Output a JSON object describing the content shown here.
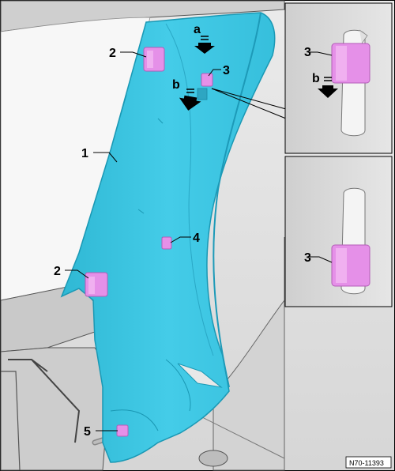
{
  "diagram": {
    "figure_id": "N70-11393",
    "main_view": {
      "callouts": [
        {
          "id": "c1",
          "label": "1",
          "part": "pillar-trim-panel"
        },
        {
          "id": "c2a",
          "label": "2",
          "part": "upper-clip"
        },
        {
          "id": "c2b",
          "label": "2",
          "part": "lower-clip"
        },
        {
          "id": "c3",
          "label": "3",
          "part": "retaining-clip"
        },
        {
          "id": "c4",
          "label": "4",
          "part": "clip"
        },
        {
          "id": "c5",
          "label": "5",
          "part": "clip"
        }
      ],
      "arrows": [
        {
          "id": "a",
          "label": "a"
        },
        {
          "id": "b",
          "label": "b"
        }
      ]
    },
    "detail_top": {
      "callout_label": "3",
      "arrow_label": "b"
    },
    "detail_bottom": {
      "callout_label": "3"
    },
    "colors": {
      "trim_panel": "#3ec8e4",
      "trim_panel_edge": "#1a98b4",
      "clip": "#e590e8",
      "clip_dark": "#b45cb8",
      "body_metal": "#d9d9d9",
      "inset_bg": "#dcdcdc"
    }
  }
}
